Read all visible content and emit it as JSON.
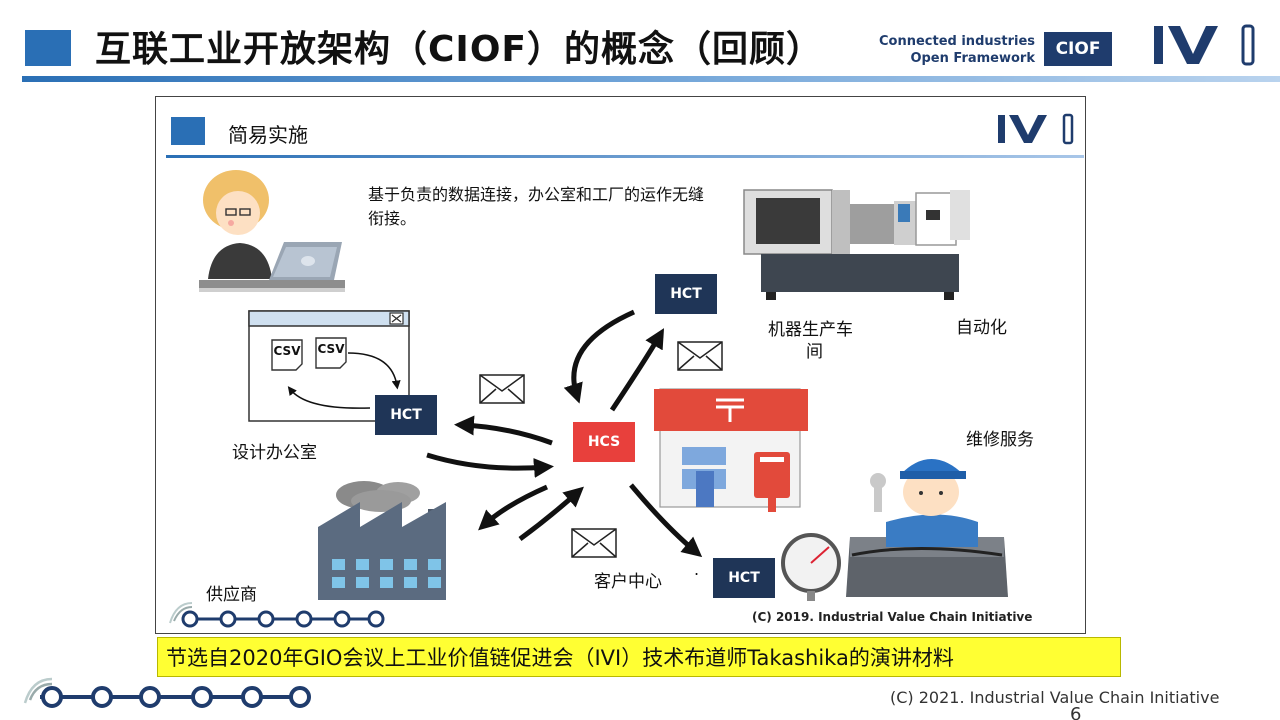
{
  "header": {
    "title": "互联工业开放架构（CIOF）的概念（回顾）",
    "ciof_line1": "Connected industries",
    "ciof_line2": "Open Framework",
    "ciof_badge": "CIOF"
  },
  "panel": {
    "title": "简易实施",
    "description": "基于负责的数据连接，办公室和工厂的运作无缝衔接。",
    "labels": {
      "design_office": "设计办公室",
      "supplier": "供应商",
      "factory_line1": "机器生产车",
      "factory_line2": "间",
      "automation": "自动化",
      "maintenance": "维修服务",
      "customer_center": "客户中心"
    },
    "nodes": {
      "hct": "HCT",
      "hcs": "HCS"
    },
    "csv": "CSV",
    "copyright": "(C) 2019. Industrial Value Chain Initiative"
  },
  "caption": "节选自2020年GIO会议上工业价值链促进会（IVI）技术布道师Takashika的演讲材料",
  "footer": {
    "copyright": "(C) 2021. Industrial Value Chain Initiative",
    "page": "6"
  },
  "colors": {
    "accent_blue": "#2a6fb5",
    "navy": "#1f3c6d",
    "hcs_red": "#e8403c",
    "caption_yellow": "#ffff33"
  }
}
